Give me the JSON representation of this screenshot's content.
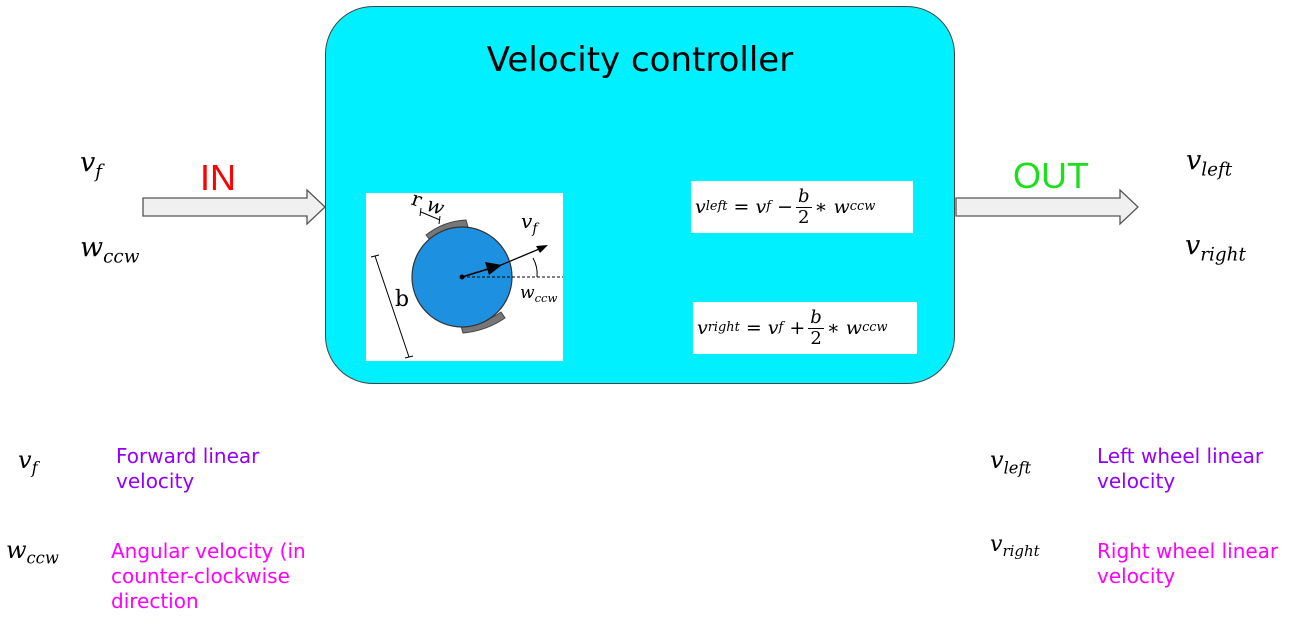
{
  "controller": {
    "title": "Velocity controller"
  },
  "labels": {
    "in": "IN",
    "out": "OUT"
  },
  "inputs": {
    "vf": {
      "base": "v",
      "sub": "f"
    },
    "wccw": {
      "base": "w",
      "sub": "ccw"
    }
  },
  "outputs": {
    "vleft": {
      "base": "v",
      "sub": "left"
    },
    "vright": {
      "base": "v",
      "sub": "right"
    }
  },
  "equations": {
    "left": {
      "lhs_sub": "left",
      "op": "−",
      "frac_num": "b",
      "frac_den": "2"
    },
    "right": {
      "lhs_sub": "right",
      "op": "+",
      "frac_num": "b",
      "frac_den": "2"
    }
  },
  "robot": {
    "r": "r",
    "w": "w",
    "b": "b",
    "vf_sub": "f",
    "wccw_sub": "ccw"
  },
  "legend": {
    "vf": "Forward linear velocity",
    "wccw": "Angular velocity (in counter-clockwise direction",
    "vleft": "Left wheel linear velocity",
    "vright": "Right wheel linear velocity"
  },
  "colors": {
    "controller": "#00f0ff",
    "in": "#ff0000",
    "out": "#1adf1a",
    "purple": "#9400ff",
    "magenta": "#ff00ff",
    "wheel_body": "#1e90e0"
  }
}
